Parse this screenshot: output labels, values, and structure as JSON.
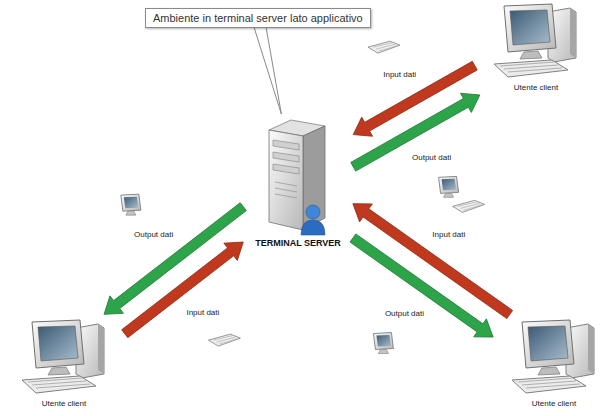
{
  "diagram": {
    "nodes": [
      {
        "text": [
          "Ambiente in terminal server lato applicativo"
        ]
      },
      {
        "text": [
          "TERMINAL SERVER"
        ]
      },
      {
        "text": [
          "Utente client"
        ]
      },
      {
        "text": [
          "Utente client"
        ]
      },
      {
        "text": [
          "Utente client"
        ]
      }
    ],
    "edges": [
      {
        "from": 0,
        "to": 1,
        "arrow": "none"
      },
      {
        "from": 2,
        "to": 1,
        "arrow": "to",
        "label": "Input dati"
      },
      {
        "from": 1,
        "to": 2,
        "arrow": "to",
        "label": "Output dati"
      },
      {
        "from": 1,
        "to": 3,
        "arrow": "to",
        "label": "Output dati"
      },
      {
        "from": 3,
        "to": 1,
        "arrow": "to",
        "label": "Input dati"
      },
      {
        "from": 4,
        "to": 1,
        "arrow": "to",
        "label": "Input dati"
      },
      {
        "from": 1,
        "to": 4,
        "arrow": "to",
        "label": "Output dati"
      }
    ]
  }
}
